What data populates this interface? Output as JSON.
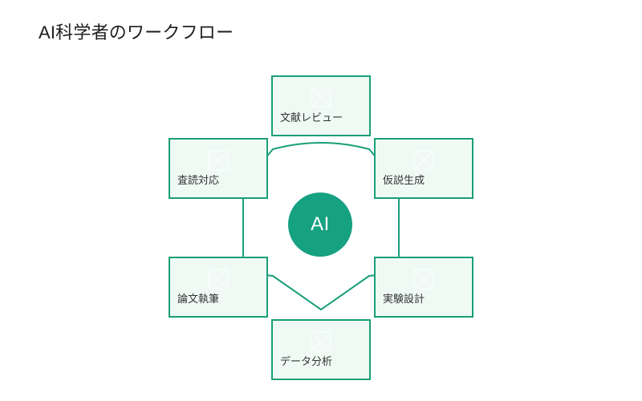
{
  "title": "AI科学者のワークフロー",
  "colors": {
    "background": "#ffffff",
    "node_fill": "#effaf4",
    "node_border": "#1a9e79",
    "edge": "#1a9e79",
    "hub_fill": "#16a180",
    "hub_text": "#ffffff",
    "title_text": "#1e1e1e",
    "label_text": "#333333"
  },
  "hub": {
    "label": "AI",
    "icon": "circle-node"
  },
  "nodes": [
    {
      "id": "literature-review",
      "label": "文献レビュー",
      "icon": "broken-image-icon",
      "position": "top"
    },
    {
      "id": "hypothesis-generation",
      "label": "仮説生成",
      "icon": "broken-image-icon",
      "position": "upper-right"
    },
    {
      "id": "experiment-design",
      "label": "実験設計",
      "icon": "broken-image-icon",
      "position": "lower-right"
    },
    {
      "id": "data-analysis",
      "label": "データ分析",
      "icon": "broken-image-icon",
      "position": "bottom"
    },
    {
      "id": "paper-writing",
      "label": "論文執筆",
      "icon": "broken-image-icon",
      "position": "lower-left"
    },
    {
      "id": "peer-review",
      "label": "査読対応",
      "icon": "broken-image-icon",
      "position": "upper-left"
    }
  ],
  "edges": [
    {
      "from": "peer-review",
      "to": "literature-review"
    },
    {
      "from": "literature-review",
      "to": "hypothesis-generation"
    },
    {
      "from": "hypothesis-generation",
      "to": "experiment-design"
    },
    {
      "from": "experiment-design",
      "to": "data-analysis"
    },
    {
      "from": "data-analysis",
      "to": "paper-writing"
    },
    {
      "from": "paper-writing",
      "to": "peer-review"
    }
  ]
}
